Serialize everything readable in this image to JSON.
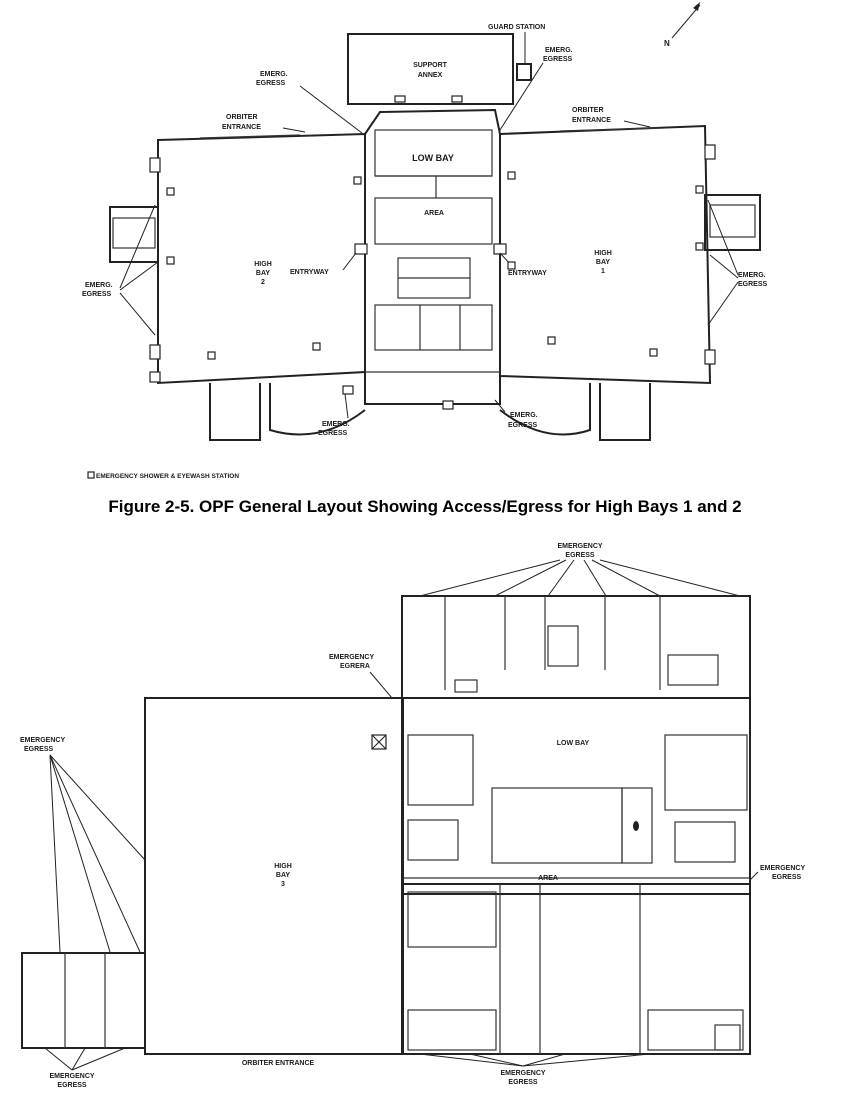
{
  "figure1": {
    "labels": {
      "guard_station": "GUARD STATION",
      "north": "N",
      "support_annex_1": "SUPPORT",
      "support_annex_2": "ANNEX",
      "emerg_egress_tl_1": "EMERG.",
      "emerg_egress_tl_2": "EGRESS",
      "emerg_egress_tr_1": "EMERG.",
      "emerg_egress_tr_2": "EGRESS",
      "orbiter_entrance_l_1": "ORBITER",
      "orbiter_entrance_l_2": "ENTRANCE",
      "orbiter_entrance_r_1": "ORBITER",
      "orbiter_entrance_r_2": "ENTRANCE",
      "low_bay": "LOW BAY",
      "area": "AREA",
      "high_bay_2_1": "HIGH",
      "high_bay_2_2": "BAY",
      "high_bay_2_3": "2",
      "high_bay_1_1": "HIGH",
      "high_bay_1_2": "BAY",
      "high_bay_1_3": "1",
      "entryway_l": "ENTRYWAY",
      "entryway_r": "ENTRYWAY",
      "emerg_egress_l_1": "EMERG.",
      "emerg_egress_l_2": "EGRESS",
      "emerg_egress_r_1": "EMERG.",
      "emerg_egress_r_2": "EGRESS",
      "emerg_egress_bl_1": "EMERG.",
      "emerg_egress_bl_2": "EGRESS",
      "emerg_egress_br_1": "EMERG.",
      "emerg_egress_br_2": "EGRESS",
      "legend": "EMERGENCY SHOWER & EYEWASH STATION"
    },
    "caption": "Figure 2-5.  OPF General Layout Showing Access/Egress for High Bays 1 and 2"
  },
  "figure2": {
    "labels": {
      "emergency_top_1": "EMERGENCY",
      "emergency_top_2": "EGRESS",
      "emergency_egrera_1": "EMERGENCY",
      "emergency_egrera_2": "EGRERA",
      "emergency_left_1": "EMERGENCY",
      "emergency_left_2": "EGRESS",
      "low_bay": "LOW BAY",
      "high_bay_1": "HIGH",
      "high_bay_2": "BAY",
      "high_bay_3": "3",
      "area": "AREA",
      "emergency_right_1": "EMERGENCY",
      "emergency_right_2": "EGRESS",
      "orbiter_entrance": "ORBITER ENTRANCE",
      "emergency_bl_1": "EMERGENCY",
      "emergency_bl_2": "EGRESS",
      "emergency_bc_1": "EMERGENCY",
      "emergency_bc_2": "EGRESS"
    }
  }
}
